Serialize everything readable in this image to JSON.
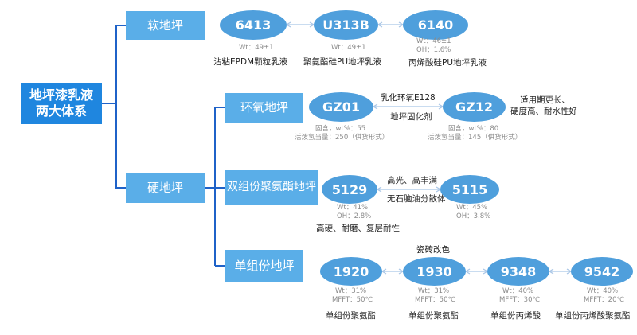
{
  "root": {
    "line1": "地坪漆乳液",
    "line2": "两大体系"
  },
  "soft": {
    "title": "软地坪",
    "products": [
      {
        "code": "6413",
        "specs": [
          "Wt：49±1"
        ],
        "desc": "沾粘EPDM颗粒乳液"
      },
      {
        "code": "U313B",
        "specs": [
          "Wt：49±1"
        ],
        "desc": "聚氨酯硅PU地坪乳液"
      },
      {
        "code": "6140",
        "specs": [
          "Wt：46±1",
          "OH：1.6%"
        ],
        "desc": "丙烯酸硅PU地坪乳液"
      }
    ]
  },
  "hard": {
    "title": "硬地坪",
    "epoxy": {
      "title": "环氧地坪",
      "products": [
        {
          "code": "GZ01",
          "specs": [
            "固含，wt%：55",
            "活泼氢当量：250（供货形式）"
          ]
        },
        {
          "code": "GZ12",
          "specs": [
            "固含，wt%：80",
            "活泼氢当量：145（供货形式）"
          ]
        }
      ],
      "arrow_top": "乳化环氧E128",
      "arrow_bottom": "地坪固化剂",
      "note": [
        "适用期更长、",
        "硬度高、耐水性好"
      ]
    },
    "pu2k": {
      "title": "双组份聚氨酯地坪",
      "products": [
        {
          "code": "5129",
          "specs": [
            "Wt：41%",
            "OH：2.8%"
          ]
        },
        {
          "code": "5115",
          "specs": [
            "Wt：45%",
            "OH：3.8%"
          ]
        }
      ],
      "arrow_top": "高光、高丰满",
      "arrow_bottom": "无石脑油分散体",
      "note": "高硬、耐磨、复层耐性"
    },
    "pu1k": {
      "title": "单组份地坪",
      "top_note": "瓷砖改色",
      "products": [
        {
          "code": "1920",
          "specs": [
            "Wt：31%",
            "MFFT：50℃"
          ],
          "desc": "单组份聚氨酯"
        },
        {
          "code": "1930",
          "specs": [
            "Wt：31%",
            "MFFT：50℃"
          ],
          "desc": "单组份聚氨酯"
        },
        {
          "code": "9348",
          "specs": [
            "Wt：40%",
            "MFFT：30℃"
          ],
          "desc": "单组份丙烯酸"
        },
        {
          "code": "9542",
          "specs": [
            "Wt：40%",
            "MFFT：20℃"
          ],
          "desc": "单组份丙烯酸聚氨酯"
        }
      ]
    }
  },
  "colors": {
    "root_fill": "#1f86df",
    "box_fill": "#5aaee8",
    "node_fill": "#4f9fdc",
    "connector": "#1f62c8",
    "arrow": "#a9c6e6"
  }
}
